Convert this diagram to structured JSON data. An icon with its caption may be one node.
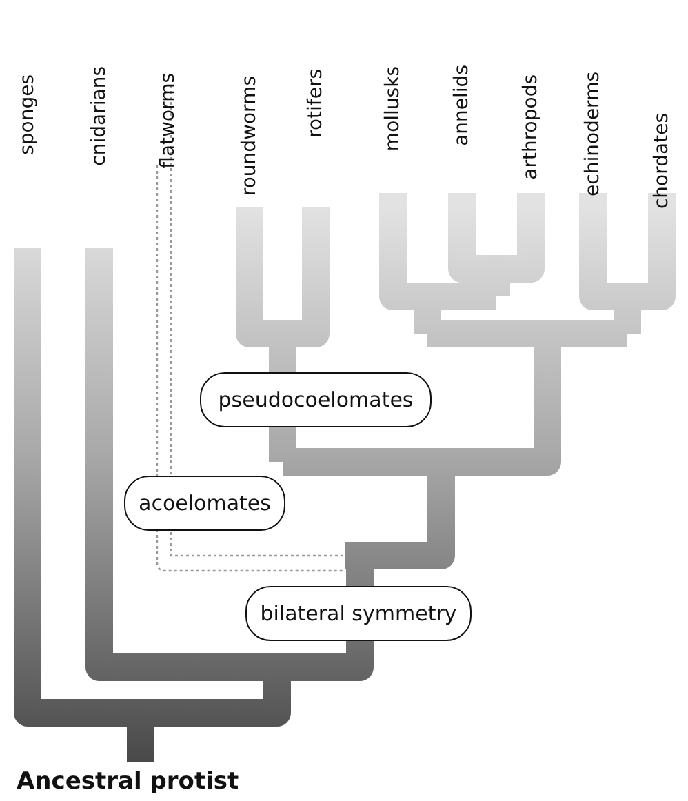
{
  "diagram": {
    "nodes": [
      {
        "text": [
          "pseudocoelomates"
        ]
      },
      {
        "text": [
          "acoelomates"
        ]
      },
      {
        "text": [
          "bilateral symmetry"
        ]
      }
    ],
    "labels": [
      "sponges",
      "cnidarians",
      "flatworms",
      "roundworms",
      "rotifers",
      "mollusks",
      "annelids",
      "arthropods",
      "echinoderms",
      "chordates",
      "Ancestral protist"
    ]
  }
}
